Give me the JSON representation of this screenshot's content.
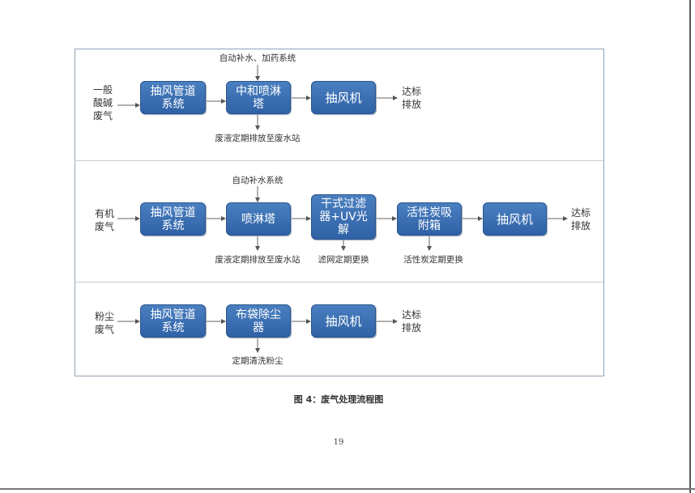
{
  "sections": [
    {
      "input": "一般\n酸碱\n废气",
      "boxes": [
        "抽风管道\n系统",
        "中和喷淋\n塔",
        "抽风机"
      ],
      "top_note": "自动补水、加药系统",
      "bottom_notes": [
        "废液定期排放至废水站"
      ],
      "output": "达标\n排放"
    },
    {
      "input": "有机\n废气",
      "boxes": [
        "抽风管道\n系统",
        "喷淋塔",
        "干式过滤\n器+UV光\n解",
        "活性炭吸\n附箱",
        "抽风机"
      ],
      "top_note": "自动补水系统",
      "bottom_notes": [
        "废液定期排放至废水站",
        "滤网定期更换",
        "活性炭定期更换"
      ],
      "output": "达标\n排放"
    },
    {
      "input": "粉尘\n废气",
      "boxes": [
        "抽风管道\n系统",
        "布袋除尘\n器",
        "抽风机"
      ],
      "bottom_notes": [
        "定期清洗粉尘"
      ],
      "output": "达标\n排放"
    }
  ],
  "caption": "图 4：废气处理流程图",
  "page_number": "19"
}
